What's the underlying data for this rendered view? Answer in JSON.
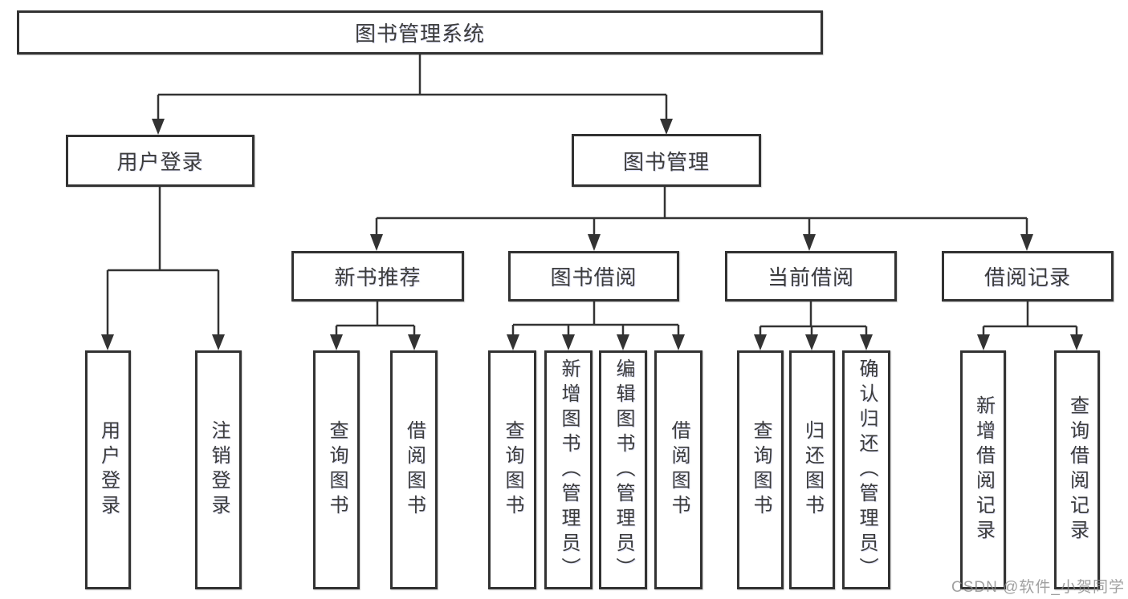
{
  "diagram_title": "图书管理系统",
  "tree": {
    "root": {
      "label": "图书管理系统"
    },
    "level2": [
      {
        "label": "用户登录"
      },
      {
        "label": "图书管理"
      }
    ],
    "level3": [
      {
        "label": "新书推荐"
      },
      {
        "label": "图书借阅"
      },
      {
        "label": "当前借阅"
      },
      {
        "label": "借阅记录"
      }
    ],
    "leaves": {
      "user_login": [
        {
          "label": "用户登录"
        },
        {
          "label": "注销登录"
        }
      ],
      "new_book": [
        {
          "label": "查询图书"
        },
        {
          "label": "借阅图书"
        }
      ],
      "book_borrow": [
        {
          "label": "查询图书"
        },
        {
          "label": "新增图书（管理员）"
        },
        {
          "label": "编辑图书（管理员）"
        },
        {
          "label": "借阅图书"
        }
      ],
      "current_borrow": [
        {
          "label": "查询图书"
        },
        {
          "label": "归还图书"
        },
        {
          "label": "确认归还（管理员）"
        }
      ],
      "borrow_record": [
        {
          "label": "新增借阅记录"
        },
        {
          "label": "查询借阅记录"
        }
      ]
    }
  },
  "watermark": "CSDN @软件_小贺同学",
  "colors": {
    "line": "#333333",
    "box_border": "#323232",
    "text": "#3c3c3c",
    "watermark": "#8c8c8c",
    "background": "#ffffff"
  }
}
